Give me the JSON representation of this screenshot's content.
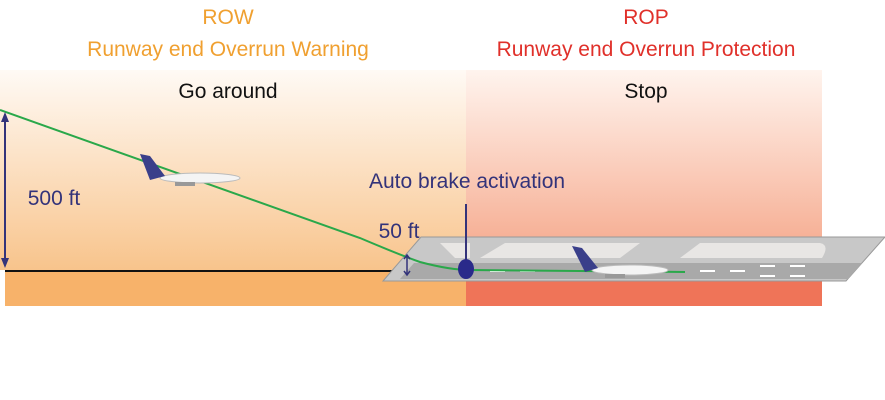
{
  "row": {
    "title": "ROW",
    "subtitle": "Runway end Overrun Warning",
    "action": "Go around"
  },
  "rop": {
    "title": "ROP",
    "subtitle": "Runway end Overrun Protection",
    "action": "Stop"
  },
  "labels": {
    "height_500": "500 ft",
    "height_50": "50 ft",
    "autobrake": "Auto brake activation"
  },
  "colors": {
    "row": "#f0a030",
    "rop": "#e0302a",
    "annotation": "#33337a",
    "path": "#2aa84a"
  }
}
